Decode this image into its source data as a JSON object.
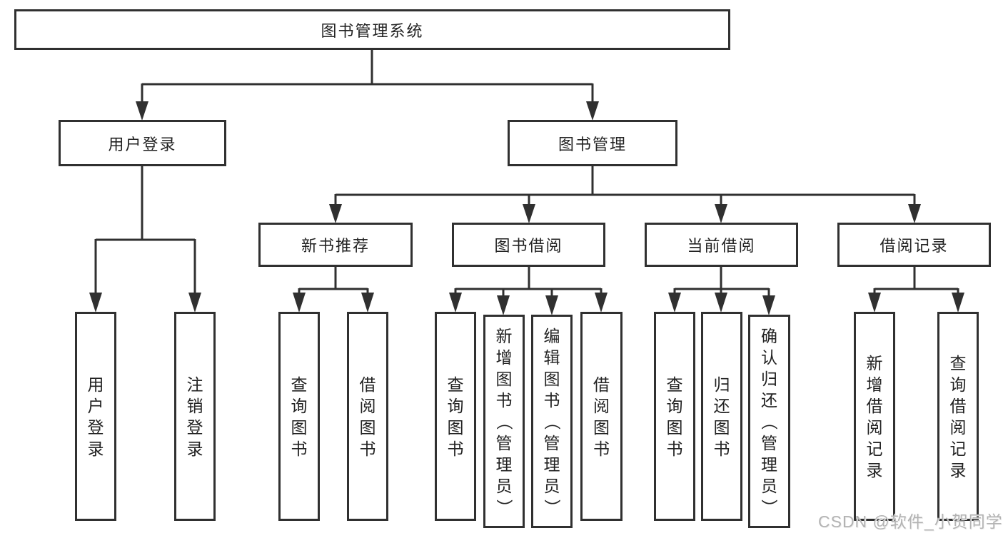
{
  "watermark": "CSDN @软件_小贺同学",
  "diagram": {
    "root": "图书管理系统",
    "branches": {
      "user_login": {
        "label": "用户登录",
        "children": {
          "login": "用户登录",
          "logout": "注销登录"
        }
      },
      "book_management": {
        "label": "图书管理",
        "sections": {
          "new_book_recommend": {
            "label": "新书推荐",
            "children": {
              "query_book": "查询图书",
              "borrow_book": "借阅图书"
            }
          },
          "book_borrow": {
            "label": "图书借阅",
            "children": {
              "query_book": "查询图书",
              "add_book": "新增图书（管理员）",
              "edit_book": "编辑图书（管理员）",
              "borrow_book": "借阅图书"
            }
          },
          "current_borrow": {
            "label": "当前借阅",
            "children": {
              "query_book": "查询图书",
              "return_book": "归还图书",
              "confirm_return": "确认归还（管理员）"
            }
          },
          "borrow_record": {
            "label": "借阅记录",
            "children": {
              "add_record": "新增借阅记录",
              "query_record": "查询借阅记录"
            }
          }
        }
      }
    }
  }
}
